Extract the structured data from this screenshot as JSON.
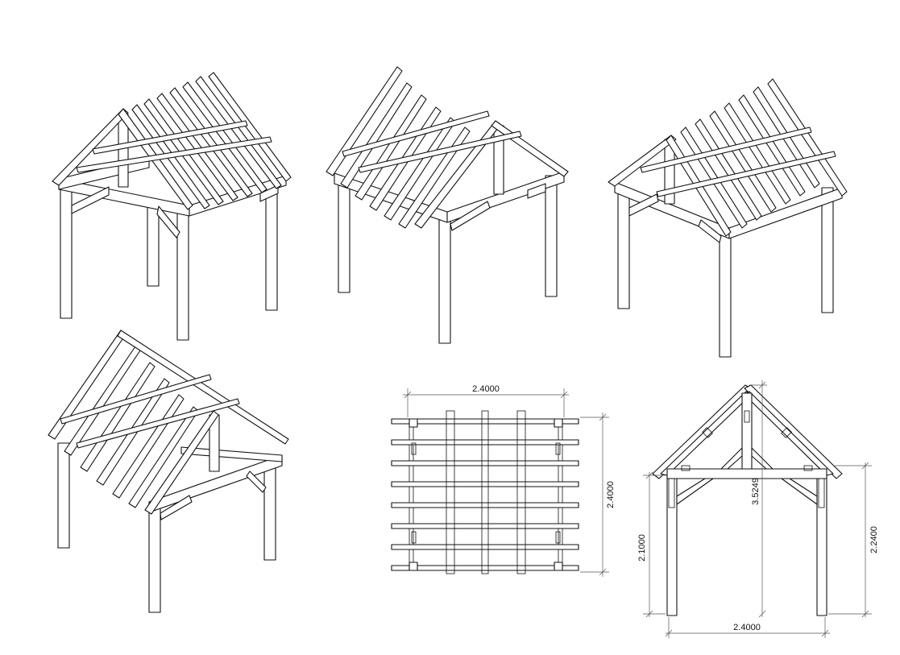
{
  "views": [
    {
      "id": "iso-front-left"
    },
    {
      "id": "iso-front-right"
    },
    {
      "id": "iso-back-right"
    },
    {
      "id": "iso-side-left"
    },
    {
      "id": "plan-view"
    },
    {
      "id": "front-elevation"
    }
  ],
  "plan_view": {
    "width_label": "2.4000",
    "depth_label": "2.4000"
  },
  "front_elevation": {
    "span_label": "2.4000",
    "ridge_height_label": "3.5249",
    "post_height_label": "2.1000",
    "eaves_height_label": "2.2400"
  }
}
